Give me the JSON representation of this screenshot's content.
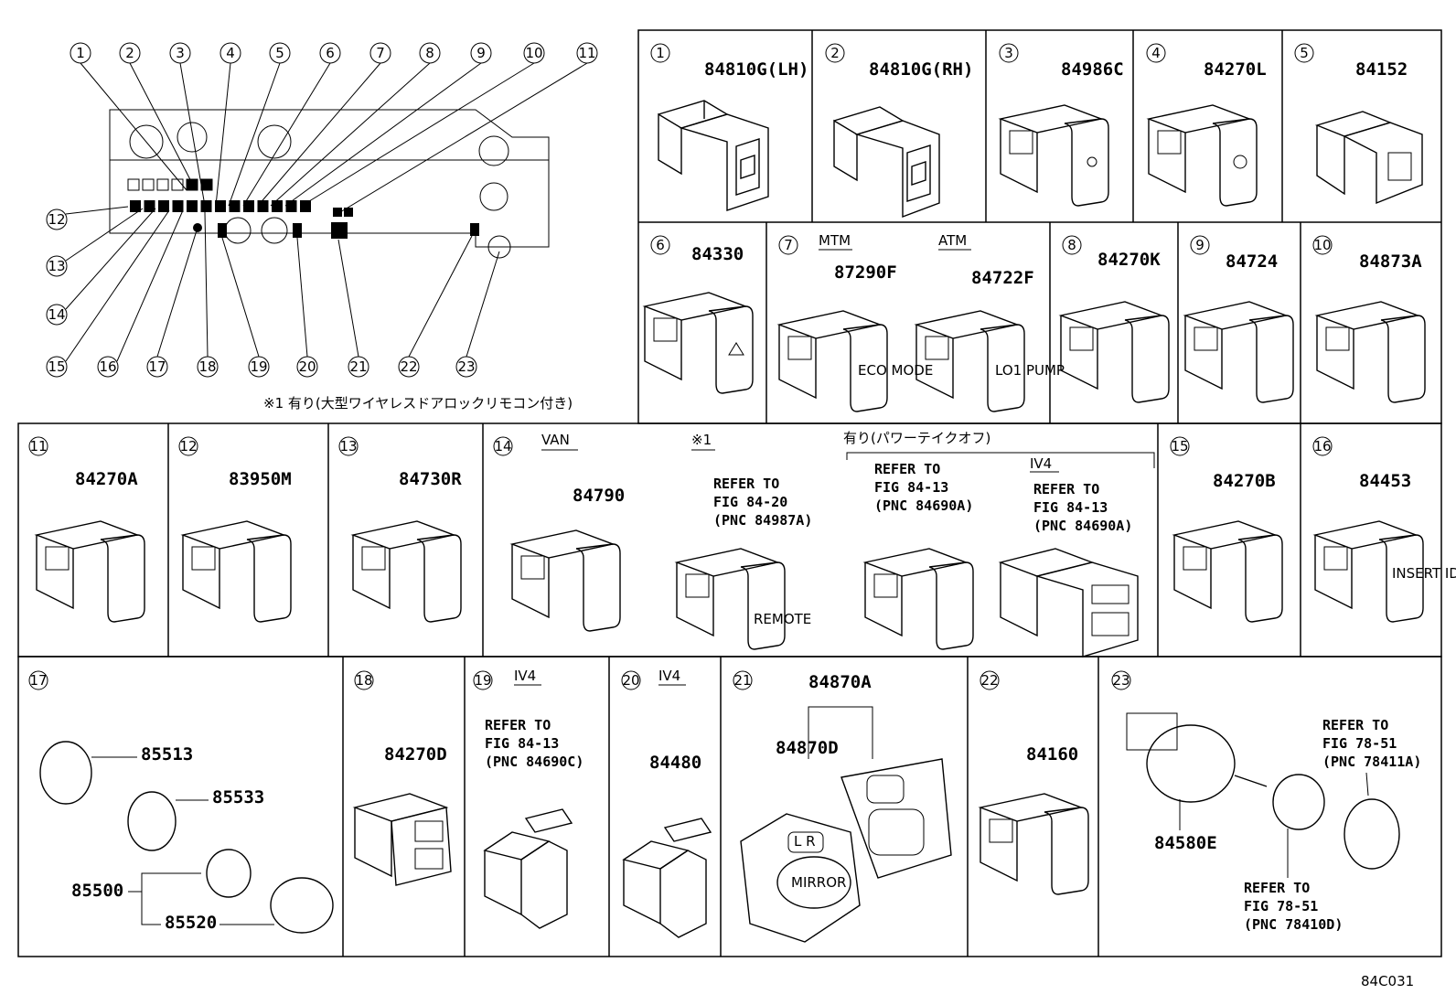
{
  "footnote": "※1 有り(大型ワイヤレスドアロックリモコン付き)",
  "figure_code": "84C031",
  "callouts": [
    "1",
    "2",
    "3",
    "4",
    "5",
    "6",
    "7",
    "8",
    "9",
    "10",
    "11",
    "12",
    "13",
    "14",
    "15",
    "16",
    "17",
    "18",
    "19",
    "20",
    "21",
    "22",
    "23"
  ],
  "cells": {
    "c1": {
      "num": "1",
      "parts": [
        "84810G(LH)"
      ]
    },
    "c2": {
      "num": "2",
      "parts": [
        "84810G(RH)"
      ]
    },
    "c3": {
      "num": "3",
      "parts": [
        "84986C"
      ]
    },
    "c4": {
      "num": "4",
      "parts": [
        "84270L"
      ]
    },
    "c5": {
      "num": "5",
      "parts": [
        "84152"
      ]
    },
    "c6": {
      "num": "6",
      "parts": [
        "84330"
      ]
    },
    "c7": {
      "num": "7",
      "labels": [
        "MTM",
        "ATM"
      ],
      "parts": [
        "87290F",
        "84722F"
      ]
    },
    "c8": {
      "num": "8",
      "parts": [
        "84270K"
      ]
    },
    "c9": {
      "num": "9",
      "parts": [
        "84724"
      ]
    },
    "c10": {
      "num": "10",
      "parts": [
        "84873A"
      ]
    },
    "c11": {
      "num": "11",
      "parts": [
        "84270A"
      ]
    },
    "c12": {
      "num": "12",
      "parts": [
        "83950M"
      ]
    },
    "c13": {
      "num": "13",
      "parts": [
        "84730R"
      ]
    },
    "c14": {
      "num": "14",
      "labels": [
        "VAN",
        "※1",
        "有り(パワーテイクオフ)",
        "IV4"
      ],
      "parts": [
        "84790"
      ],
      "refs": [
        [
          "REFER TO",
          "FIG 84-20",
          "(PNC 84987A)"
        ],
        [
          "REFER TO",
          "FIG 84-13",
          "(PNC 84690A)"
        ],
        [
          "REFER TO",
          "FIG 84-13",
          "(PNC 84690A)"
        ]
      ]
    },
    "c15": {
      "num": "15",
      "parts": [
        "84270B"
      ]
    },
    "c16": {
      "num": "16",
      "parts": [
        "84453"
      ]
    },
    "c17": {
      "num": "17",
      "parts": [
        "85513",
        "85533",
        "85500",
        "85520"
      ]
    },
    "c18": {
      "num": "18",
      "parts": [
        "84270D"
      ]
    },
    "c19": {
      "num": "19",
      "labels": [
        "IV4"
      ],
      "refs": [
        [
          "REFER TO",
          "FIG 84-13",
          "(PNC 84690C)"
        ]
      ]
    },
    "c20": {
      "num": "20",
      "labels": [
        "IV4"
      ],
      "parts": [
        "84480"
      ]
    },
    "c21": {
      "num": "21",
      "parts": [
        "84870A",
        "84870D"
      ],
      "labels": [
        "MIRROR"
      ]
    },
    "c22": {
      "num": "22",
      "parts": [
        "84160"
      ]
    },
    "c23": {
      "num": "23",
      "parts": [
        "84580E"
      ],
      "refs": [
        [
          "REFER TO",
          "FIG 78-51",
          "(PNC 78411A)"
        ],
        [
          "REFER TO",
          "FIG 78-51",
          "(PNC 78410D)"
        ]
      ]
    }
  },
  "switch_texts": {
    "c7a": "ECO MODE",
    "c7b": "LO1 PUMP",
    "c14": "REMOTE",
    "c16": "INSERT IDLE UP",
    "c21": "L R"
  }
}
